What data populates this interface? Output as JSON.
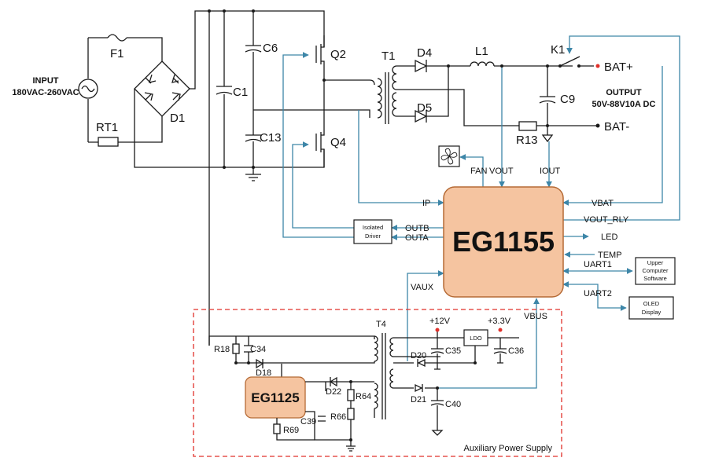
{
  "input": {
    "title": "INPUT",
    "range": "180VAC-260VAC"
  },
  "components": {
    "F1": "F1",
    "D1": "D1",
    "RT1": "RT1",
    "C1": "C1",
    "C6": "C6",
    "C13": "C13",
    "Q2": "Q2",
    "Q4": "Q4",
    "T1": "T1",
    "D4": "D4",
    "D5": "D5",
    "L1": "L1",
    "K1": "K1",
    "C9": "C9",
    "R13": "R13",
    "T4": "T4",
    "R18": "R18",
    "C34": "C34",
    "D18": "D18",
    "D22": "D22",
    "R64": "R64",
    "R66": "R66",
    "C39": "C39",
    "R69": "R69",
    "D20": "D20",
    "C35": "C35",
    "C36": "C36",
    "D21": "D21",
    "C40": "C40"
  },
  "output": {
    "bat_plus": "BAT+",
    "bat_minus": "BAT-",
    "title": "OUTPUT",
    "spec": "50V-88V10A DC"
  },
  "main_ic": {
    "name": "EG1155",
    "color": "#f5c4a0",
    "border": "#b56a35"
  },
  "aux_ic": {
    "name": "EG1125",
    "color": "#f5c4a0"
  },
  "wire_color": "#3d86a8",
  "signals": {
    "fan": "FAN",
    "vout": "VOUT",
    "iout": "IOUT",
    "ip": "IP",
    "outb": "OUTB",
    "outa": "OUTA",
    "vbat": "VBAT",
    "vout_rly": "VOUT_RLY",
    "led": "LED",
    "temp": "TEMP",
    "uart1": "UART1",
    "uart2": "UART2",
    "vaux": "VAUX",
    "vbus": "VBUS"
  },
  "blocks": {
    "isolated_driver": [
      "Isolated",
      "Driver"
    ],
    "upper_computer": [
      "Upper",
      "Computer",
      "Software"
    ],
    "oled": [
      "OLED",
      "Display"
    ],
    "ldo": "LDO"
  },
  "rails": {
    "v12": "+12V",
    "v33": "+3.3V"
  },
  "aux_supply": {
    "label": "Auxiliary Power Supply",
    "border_color": "#e0302a"
  }
}
